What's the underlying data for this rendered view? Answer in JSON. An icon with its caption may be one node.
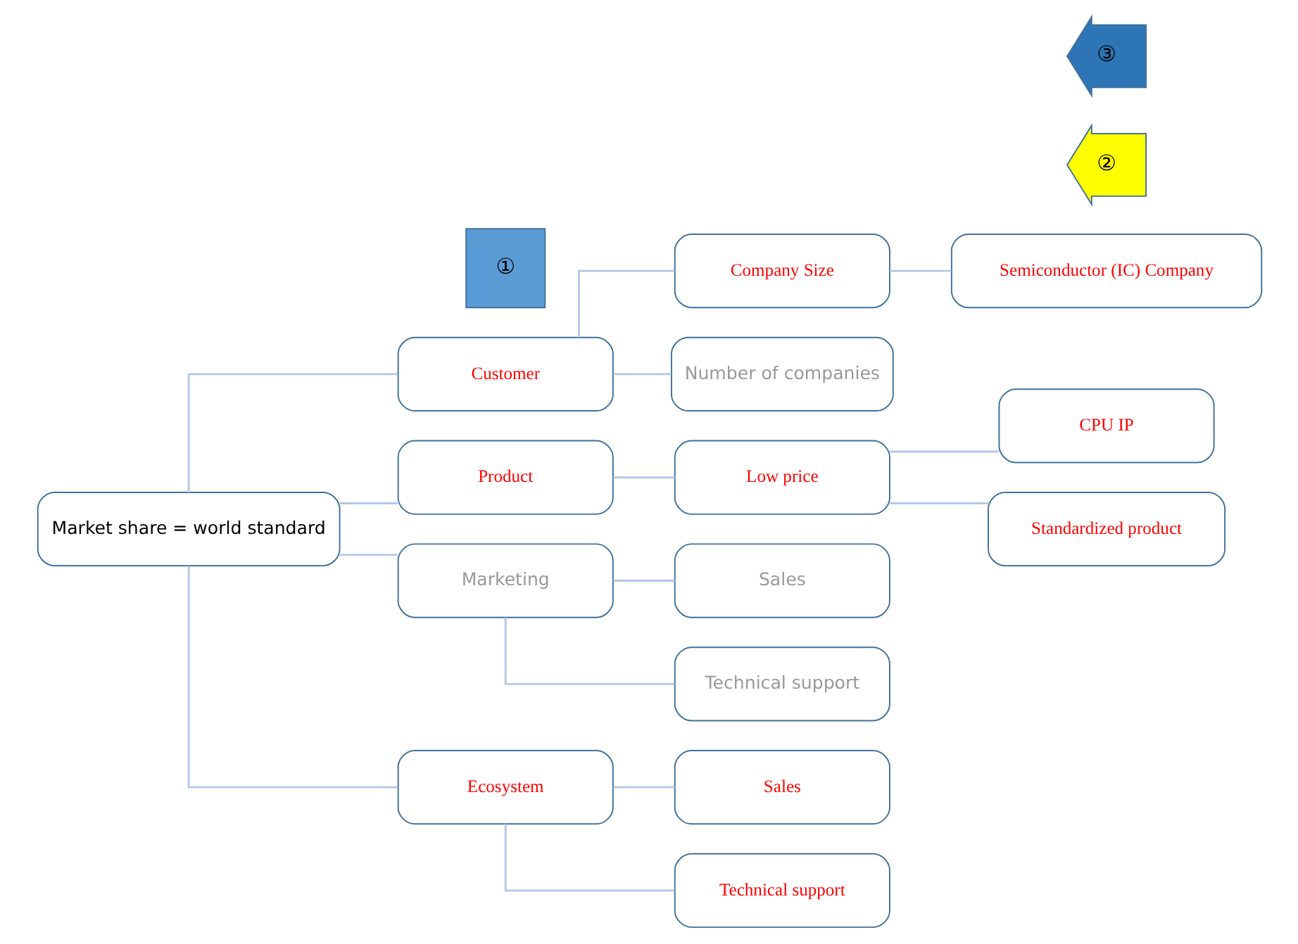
{
  "diagram": {
    "nodes": [
      {
        "text": [
          "Market share = world standard"
        ]
      },
      {
        "text": [
          "Customer"
        ]
      },
      {
        "text": [
          "①"
        ]
      },
      {
        "text": [
          "Product"
        ]
      },
      {
        "text": [
          "Marketing"
        ]
      },
      {
        "text": [
          "Ecosystem"
        ]
      },
      {
        "text": [
          "Company Size"
        ]
      },
      {
        "text": [
          "Number of companies"
        ]
      },
      {
        "text": [
          "Low price"
        ]
      },
      {
        "text": [
          "Sales"
        ]
      },
      {
        "text": [
          "Technical support"
        ]
      },
      {
        "text": [
          "Sales"
        ]
      },
      {
        "text": [
          "Technical support"
        ]
      },
      {
        "text": [
          "Semiconductor (IC) Company"
        ]
      },
      {
        "text": [
          "②"
        ]
      },
      {
        "text": [
          "CPU IP"
        ]
      },
      {
        "text": [
          "Standardized product"
        ]
      },
      {
        "text": [
          "③"
        ]
      }
    ],
    "edges": [
      {
        "from": 0,
        "to": 1,
        "arrow": "none"
      },
      {
        "from": 0,
        "to": 3,
        "arrow": "none"
      },
      {
        "from": 0,
        "to": 4,
        "arrow": "none"
      },
      {
        "from": 0,
        "to": 5,
        "arrow": "none"
      },
      {
        "from": 1,
        "to": 6,
        "arrow": "none"
      },
      {
        "from": 1,
        "to": 7,
        "arrow": "none"
      },
      {
        "from": 6,
        "to": 13,
        "arrow": "none"
      },
      {
        "from": 3,
        "to": 8,
        "arrow": "none"
      },
      {
        "from": 8,
        "to": 15,
        "arrow": "none"
      },
      {
        "from": 8,
        "to": 16,
        "arrow": "none"
      },
      {
        "from": 4,
        "to": 9,
        "arrow": "none"
      },
      {
        "from": 4,
        "to": 10,
        "arrow": "none"
      },
      {
        "from": 5,
        "to": 11,
        "arrow": "none"
      },
      {
        "from": 5,
        "to": 12,
        "arrow": "none"
      }
    ]
  }
}
